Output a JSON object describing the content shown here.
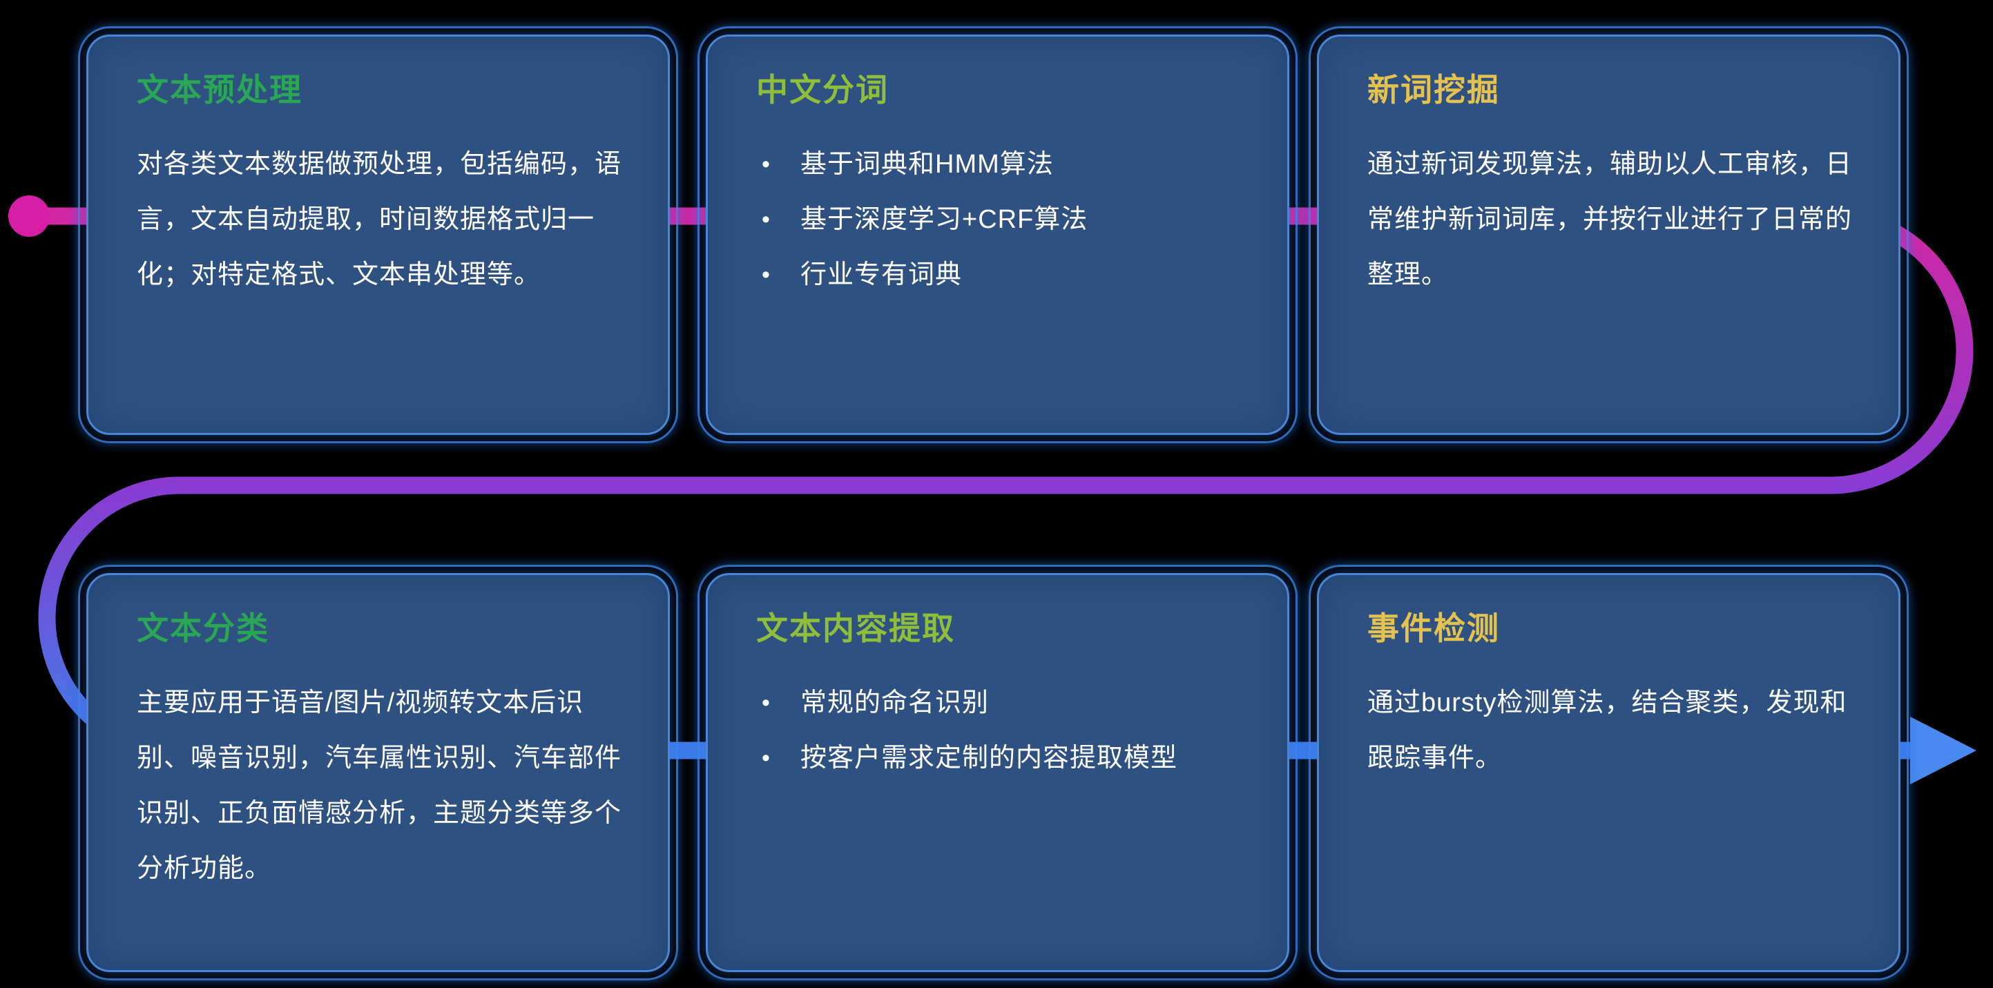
{
  "background": "#000000",
  "bullet_glyph": "•",
  "flow": {
    "gradient_start": "#d227a3",
    "gradient_mid": "#8b3ad1",
    "gradient_end": "#3f7de8",
    "dot_color": "#d61fa6",
    "arrow_color": "#4a8af0"
  },
  "cards": [
    {
      "title": "文本预处理",
      "title_color": "#2aa754",
      "body": "对各类文本数据做预处理，包括编码，语言，文本自动提取，时间数据格式归一化；对特定格式、文本串处理等。"
    },
    {
      "title": "中文分词",
      "title_color": "#8fbe3a",
      "bullets": [
        "基于词典和HMM算法",
        "基于深度学习+CRF算法",
        "行业专有词典"
      ]
    },
    {
      "title": "新词挖掘",
      "title_color": "#e4c24d",
      "body": "通过新词发现算法，辅助以人工审核，日常维护新词词库，并按行业进行了日常的整理。"
    },
    {
      "title": "文本分类",
      "title_color": "#2aa754",
      "body": "主要应用于语音/图片/视频转文本后识别、噪音识别，汽车属性识别、汽车部件识别、正负面情感分析，主题分类等多个分析功能。"
    },
    {
      "title": "文本内容提取",
      "title_color": "#8fbe3a",
      "bullets": [
        "常规的命名识别",
        "按客户需求定制的内容提取模型"
      ]
    },
    {
      "title": "事件检测",
      "title_color": "#e4c24d",
      "body": "通过bursty检测算法，结合聚类，发现和跟踪事件。"
    }
  ]
}
